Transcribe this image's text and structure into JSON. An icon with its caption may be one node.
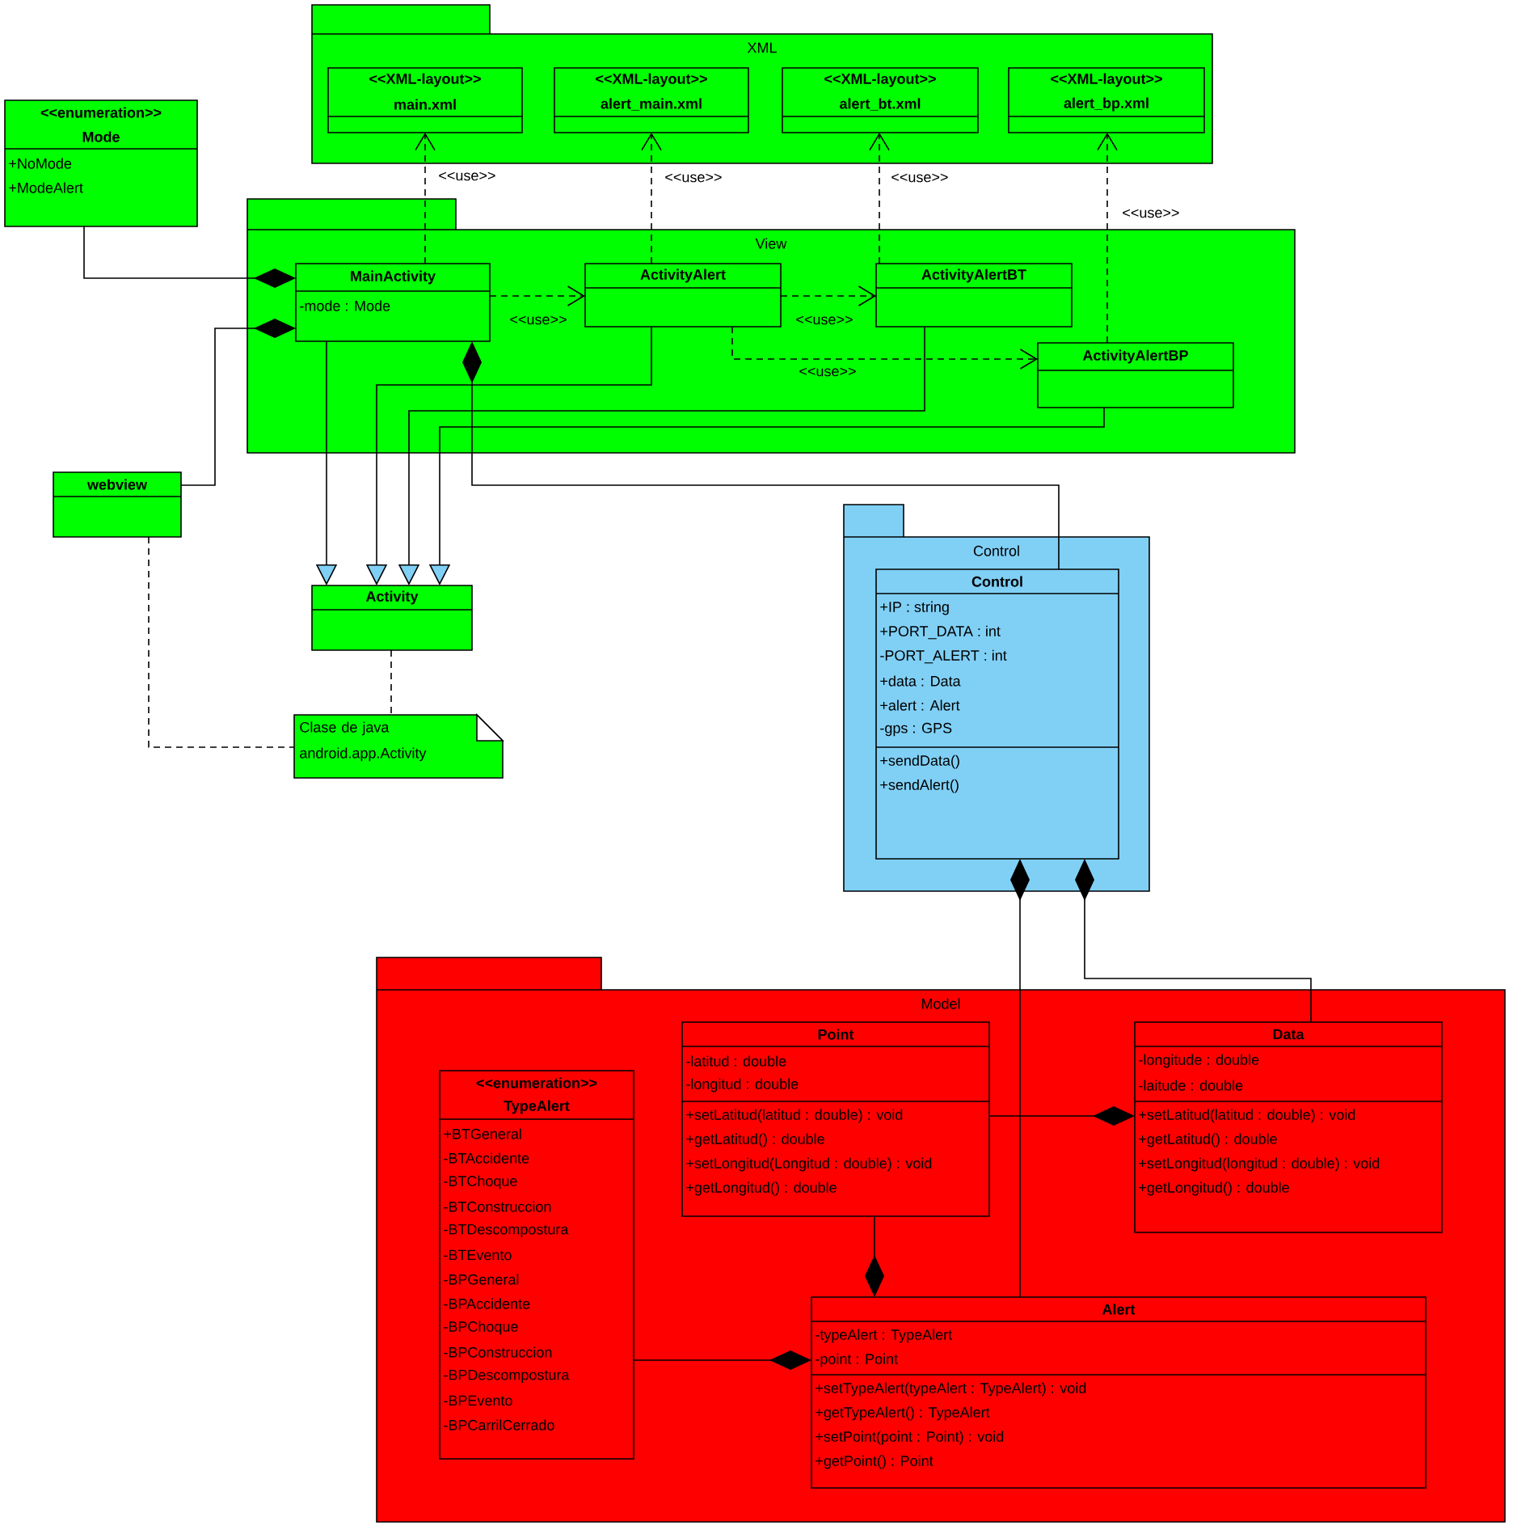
{
  "diagram": {
    "nodes": [
      {
        "text": [
          "XML"
        ]
      },
      {
        "text": [
          "<<XML-layout>>",
          "main.xml"
        ],
        "in": 0
      },
      {
        "text": [
          "<<XML-layout>>",
          "alert_main.xml"
        ],
        "in": 0
      },
      {
        "text": [
          "<<XML-layout>>",
          "alert_bt.xml"
        ],
        "in": 0
      },
      {
        "text": [
          "<<XML-layout>>",
          "alert_bp.xml"
        ],
        "in": 0
      },
      {
        "text": [
          "<<enumeration>>",
          "Mode",
          "+NoMode",
          "+ModeAlert"
        ]
      },
      {
        "text": [
          "View"
        ]
      },
      {
        "text": [
          "MainActivity",
          "-mode : Mode"
        ],
        "in": 6
      },
      {
        "text": [
          "ActivityAlert"
        ],
        "in": 6
      },
      {
        "text": [
          "ActivityAlertBT"
        ],
        "in": 6
      },
      {
        "text": [
          "ActivityAlertBP"
        ],
        "in": 6
      },
      {
        "text": [
          "webview"
        ]
      },
      {
        "text": [
          "Activity"
        ]
      },
      {
        "text": [
          "Clase de java android.app.Activity"
        ]
      },
      {
        "text": [
          "Control"
        ]
      },
      {
        "text": [
          "Control",
          "+IP : string",
          "+PORT_DATA : int",
          "-PORT_ALERT : int",
          "+data : Data",
          "+alert : Alert",
          "-gps : GPS",
          "+sendData()",
          "+sendAlert()"
        ],
        "in": 14
      },
      {
        "text": [
          "Model"
        ]
      },
      {
        "text": [
          "<<enumeration>>",
          "TypeAlert",
          "+BTGeneral",
          "-BTAccidente",
          "-BTChoque",
          "-BTConstruccion",
          "-BTDescompostura",
          "-BTEvento",
          "-BPGeneral",
          "-BPAccidente",
          "-BPChoque",
          "-BPConstruccion",
          "-BPDescompostura",
          "-BPEvento",
          "-BPCarrilCerrado"
        ],
        "in": 16
      },
      {
        "text": [
          "Point",
          "-latitud : double",
          "-longitud : double",
          "+setLatitud(latitud : double) : void",
          "+getLatitud() : double",
          "+setLongitud(Longitud : double) : void",
          "+getLongitud() : double"
        ],
        "in": 16
      },
      {
        "text": [
          "Data",
          "-longitude : double",
          "-laitude : double",
          "+setLatitud(latitud : double) : void",
          "+getLatitud() : double",
          "+setLongitud(longitud : double) : void",
          "+getLongitud() : double"
        ],
        "in": 16
      },
      {
        "text": [
          "Alert",
          "-typeAlert : TypeAlert",
          "-point : Point",
          "+setTypeAlert(typeAlert : TypeAlert) : void",
          "+getTypeAlert() : TypeAlert",
          "+setPoint(point : Point) : void",
          "+getPoint() : Point"
        ],
        "in": 16
      }
    ],
    "edges": [
      {
        "from": 7,
        "to": 1,
        "arrow": "to",
        "style": "dashed",
        "label": "<<use>>"
      },
      {
        "from": 8,
        "to": 2,
        "arrow": "to",
        "style": "dashed",
        "label": "<<use>>"
      },
      {
        "from": 9,
        "to": 3,
        "arrow": "to",
        "style": "dashed",
        "label": "<<use>>"
      },
      {
        "from": 10,
        "to": 4,
        "arrow": "to",
        "style": "dashed",
        "label": "<<use>>"
      },
      {
        "from": 7,
        "to": 8,
        "arrow": "to",
        "style": "dashed",
        "label": "<<use>>"
      },
      {
        "from": 8,
        "to": 9,
        "arrow": "to",
        "style": "dashed",
        "label": "<<use>>"
      },
      {
        "from": 8,
        "to": 10,
        "arrow": "to",
        "style": "dashed",
        "label": "<<use>>"
      },
      {
        "from": 5,
        "to": 7,
        "arrow": "other"
      },
      {
        "from": 11,
        "to": 7,
        "arrow": "other"
      },
      {
        "from": 15,
        "to": 7,
        "arrow": "other"
      },
      {
        "from": 20,
        "to": 15,
        "arrow": "other"
      },
      {
        "from": 19,
        "to": 15,
        "arrow": "other"
      },
      {
        "from": 18,
        "to": 19,
        "arrow": "other"
      },
      {
        "from": 18,
        "to": 20,
        "arrow": "other"
      },
      {
        "from": 17,
        "to": 20,
        "arrow": "other"
      },
      {
        "from": 7,
        "to": 12,
        "arrow": "to"
      },
      {
        "from": 8,
        "to": 12,
        "arrow": "to"
      },
      {
        "from": 9,
        "to": 12,
        "arrow": "to"
      },
      {
        "from": 10,
        "to": 12,
        "arrow": "to"
      },
      {
        "from": 12,
        "to": 13,
        "arrow": "none",
        "style": "dashed"
      },
      {
        "from": 11,
        "to": 13,
        "arrow": "none",
        "style": "dashed"
      }
    ]
  }
}
